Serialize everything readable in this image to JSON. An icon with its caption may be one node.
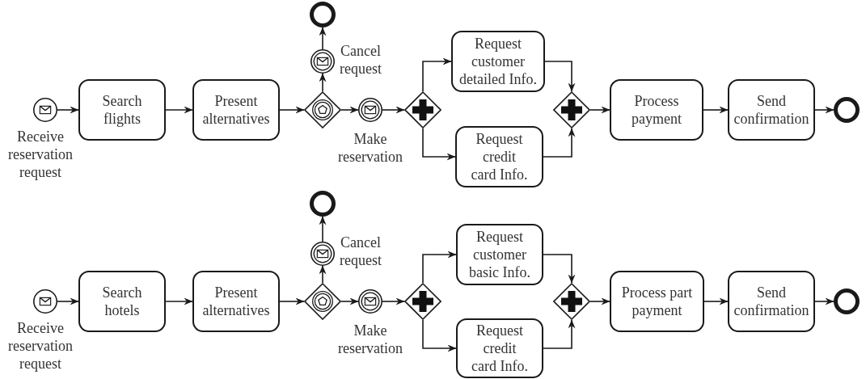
{
  "diagram": {
    "nodes": [
      {
        "text": [],
        "shape": "circle",
        "beside": [
          "Receive reservation request"
        ]
      },
      {
        "text": [
          "Search flights"
        ]
      },
      {
        "text": [
          "Present alternatives"
        ]
      },
      {
        "text": [],
        "shape": "diamond"
      },
      {
        "text": [],
        "shape": "circle",
        "beside": [
          "Cancel request"
        ]
      },
      {
        "text": [],
        "shape": "circle"
      },
      {
        "text": [],
        "shape": "circle",
        "beside": [
          "Make reservation"
        ]
      },
      {
        "text": [],
        "shape": "diamond"
      },
      {
        "text": [
          "Request customer detailed Info."
        ]
      },
      {
        "text": [
          "Request credit card Info."
        ]
      },
      {
        "text": [],
        "shape": "diamond"
      },
      {
        "text": [
          "Process payment"
        ]
      },
      {
        "text": [
          "Send confirmation"
        ]
      },
      {
        "text": [],
        "shape": "circle"
      },
      {
        "text": [],
        "shape": "circle",
        "beside": [
          "Receive reservation request"
        ]
      },
      {
        "text": [
          "Search hotels"
        ]
      },
      {
        "text": [
          "Present alternatives"
        ]
      },
      {
        "text": [],
        "shape": "diamond"
      },
      {
        "text": [],
        "shape": "circle",
        "beside": [
          "Cancel request"
        ]
      },
      {
        "text": [],
        "shape": "circle"
      },
      {
        "text": [],
        "shape": "circle",
        "beside": [
          "Make reservation"
        ]
      },
      {
        "text": [],
        "shape": "diamond"
      },
      {
        "text": [
          "Request customer basic Info."
        ]
      },
      {
        "text": [
          "Request credit card Info."
        ]
      },
      {
        "text": [],
        "shape": "diamond"
      },
      {
        "text": [
          "Process part payment"
        ]
      },
      {
        "text": [
          "Send confirmation"
        ]
      },
      {
        "text": [],
        "shape": "circle"
      }
    ],
    "edges": [
      {
        "from": 0,
        "to": 1,
        "arrow": "to"
      },
      {
        "from": 1,
        "to": 2,
        "arrow": "to"
      },
      {
        "from": 2,
        "to": 3,
        "arrow": "to"
      },
      {
        "from": 3,
        "to": 4,
        "arrow": "to"
      },
      {
        "from": 4,
        "to": 5,
        "arrow": "to"
      },
      {
        "from": 3,
        "to": 6,
        "arrow": "to"
      },
      {
        "from": 6,
        "to": 7,
        "arrow": "to"
      },
      {
        "from": 7,
        "to": 8,
        "arrow": "to"
      },
      {
        "from": 7,
        "to": 9,
        "arrow": "to"
      },
      {
        "from": 8,
        "to": 10,
        "arrow": "to"
      },
      {
        "from": 9,
        "to": 10,
        "arrow": "to"
      },
      {
        "from": 10,
        "to": 11,
        "arrow": "to"
      },
      {
        "from": 11,
        "to": 12,
        "arrow": "to"
      },
      {
        "from": 12,
        "to": 13,
        "arrow": "to"
      },
      {
        "from": 14,
        "to": 15,
        "arrow": "to"
      },
      {
        "from": 15,
        "to": 16,
        "arrow": "to"
      },
      {
        "from": 16,
        "to": 17,
        "arrow": "to"
      },
      {
        "from": 17,
        "to": 18,
        "arrow": "to"
      },
      {
        "from": 18,
        "to": 19,
        "arrow": "to"
      },
      {
        "from": 17,
        "to": 20,
        "arrow": "to"
      },
      {
        "from": 20,
        "to": 21,
        "arrow": "to"
      },
      {
        "from": 21,
        "to": 22,
        "arrow": "to"
      },
      {
        "from": 21,
        "to": 23,
        "arrow": "to"
      },
      {
        "from": 22,
        "to": 24,
        "arrow": "to"
      },
      {
        "from": 23,
        "to": 24,
        "arrow": "to"
      },
      {
        "from": 24,
        "to": 25,
        "arrow": "to"
      },
      {
        "from": 25,
        "to": 26,
        "arrow": "to"
      },
      {
        "from": 26,
        "to": 27,
        "arrow": "to"
      }
    ]
  }
}
